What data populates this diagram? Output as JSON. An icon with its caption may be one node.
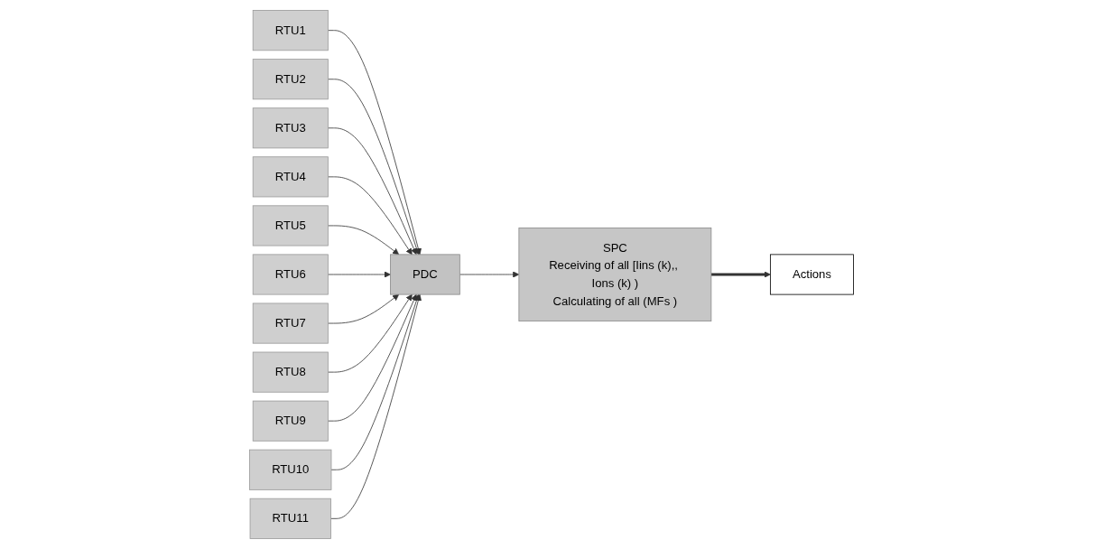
{
  "diagram": {
    "nodes": [
      {
        "text": [
          "RTU1"
        ]
      },
      {
        "text": [
          "RTU2"
        ]
      },
      {
        "text": [
          "RTU3"
        ]
      },
      {
        "text": [
          "RTU4"
        ]
      },
      {
        "text": [
          "RTU5"
        ]
      },
      {
        "text": [
          "RTU6"
        ]
      },
      {
        "text": [
          "RTU7"
        ]
      },
      {
        "text": [
          "RTU8"
        ]
      },
      {
        "text": [
          "RTU9"
        ]
      },
      {
        "text": [
          "RTU10"
        ]
      },
      {
        "text": [
          "RTU11"
        ]
      },
      {
        "text": [
          "PDC"
        ]
      },
      {
        "text": [
          "SPC",
          "Receiving of all [Iins (k),, Ions (k) )",
          "Calculating of all (MFs )"
        ]
      },
      {
        "text": [
          "Actions"
        ]
      }
    ],
    "edges": [
      {
        "from": 0,
        "to": 11,
        "arrow": "to"
      },
      {
        "from": 1,
        "to": 11,
        "arrow": "to"
      },
      {
        "from": 2,
        "to": 11,
        "arrow": "to"
      },
      {
        "from": 3,
        "to": 11,
        "arrow": "to"
      },
      {
        "from": 4,
        "to": 11,
        "arrow": "to"
      },
      {
        "from": 5,
        "to": 11,
        "arrow": "to"
      },
      {
        "from": 6,
        "to": 11,
        "arrow": "to"
      },
      {
        "from": 7,
        "to": 11,
        "arrow": "to"
      },
      {
        "from": 8,
        "to": 11,
        "arrow": "to"
      },
      {
        "from": 9,
        "to": 11,
        "arrow": "to"
      },
      {
        "from": 10,
        "to": 11,
        "arrow": "to"
      },
      {
        "from": 11,
        "to": 12,
        "arrow": "to"
      },
      {
        "from": 12,
        "to": 13,
        "arrow": "to",
        "style": "thick"
      }
    ]
  }
}
